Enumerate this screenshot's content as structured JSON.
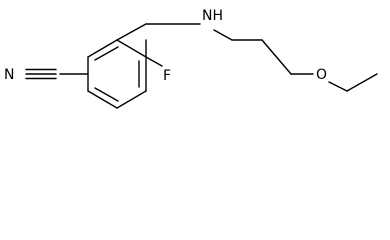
{
  "molecule": {
    "atoms": {
      "nitrogen_nitrile": "N",
      "amine": "NH",
      "fluorine": "F",
      "oxygen": "O"
    }
  },
  "colors": {
    "bond": "#000000",
    "label": "#000000",
    "background": "#ffffff"
  }
}
